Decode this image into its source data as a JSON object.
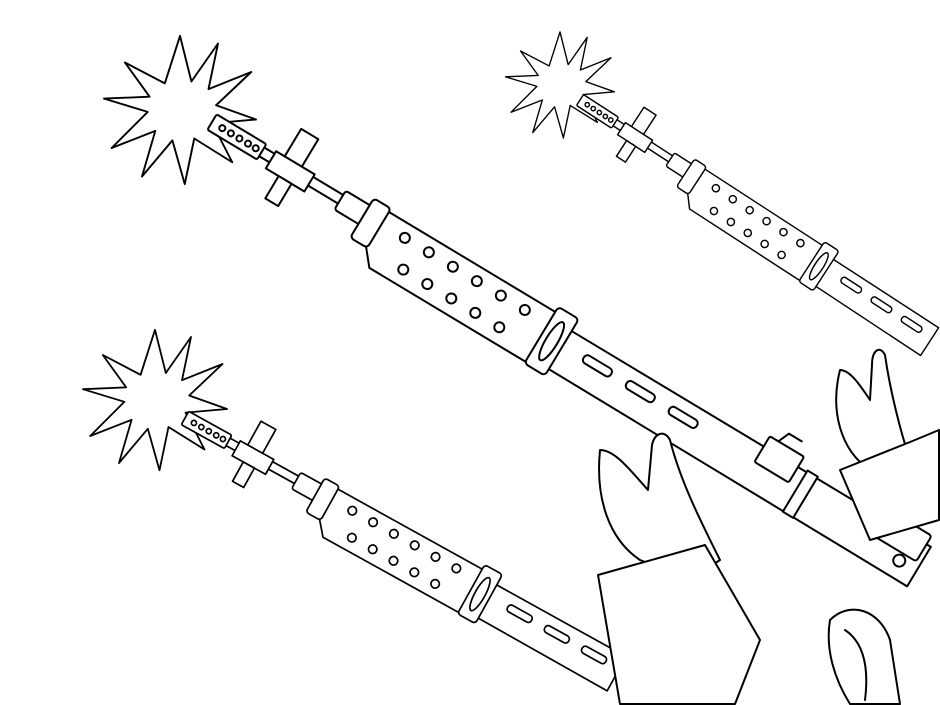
{
  "colors": {
    "background": "#ffffff",
    "ink": "#000000"
  },
  "scene": {
    "rifle_count": 3,
    "muzzle_flash_count": 3,
    "hand_count": 3
  }
}
